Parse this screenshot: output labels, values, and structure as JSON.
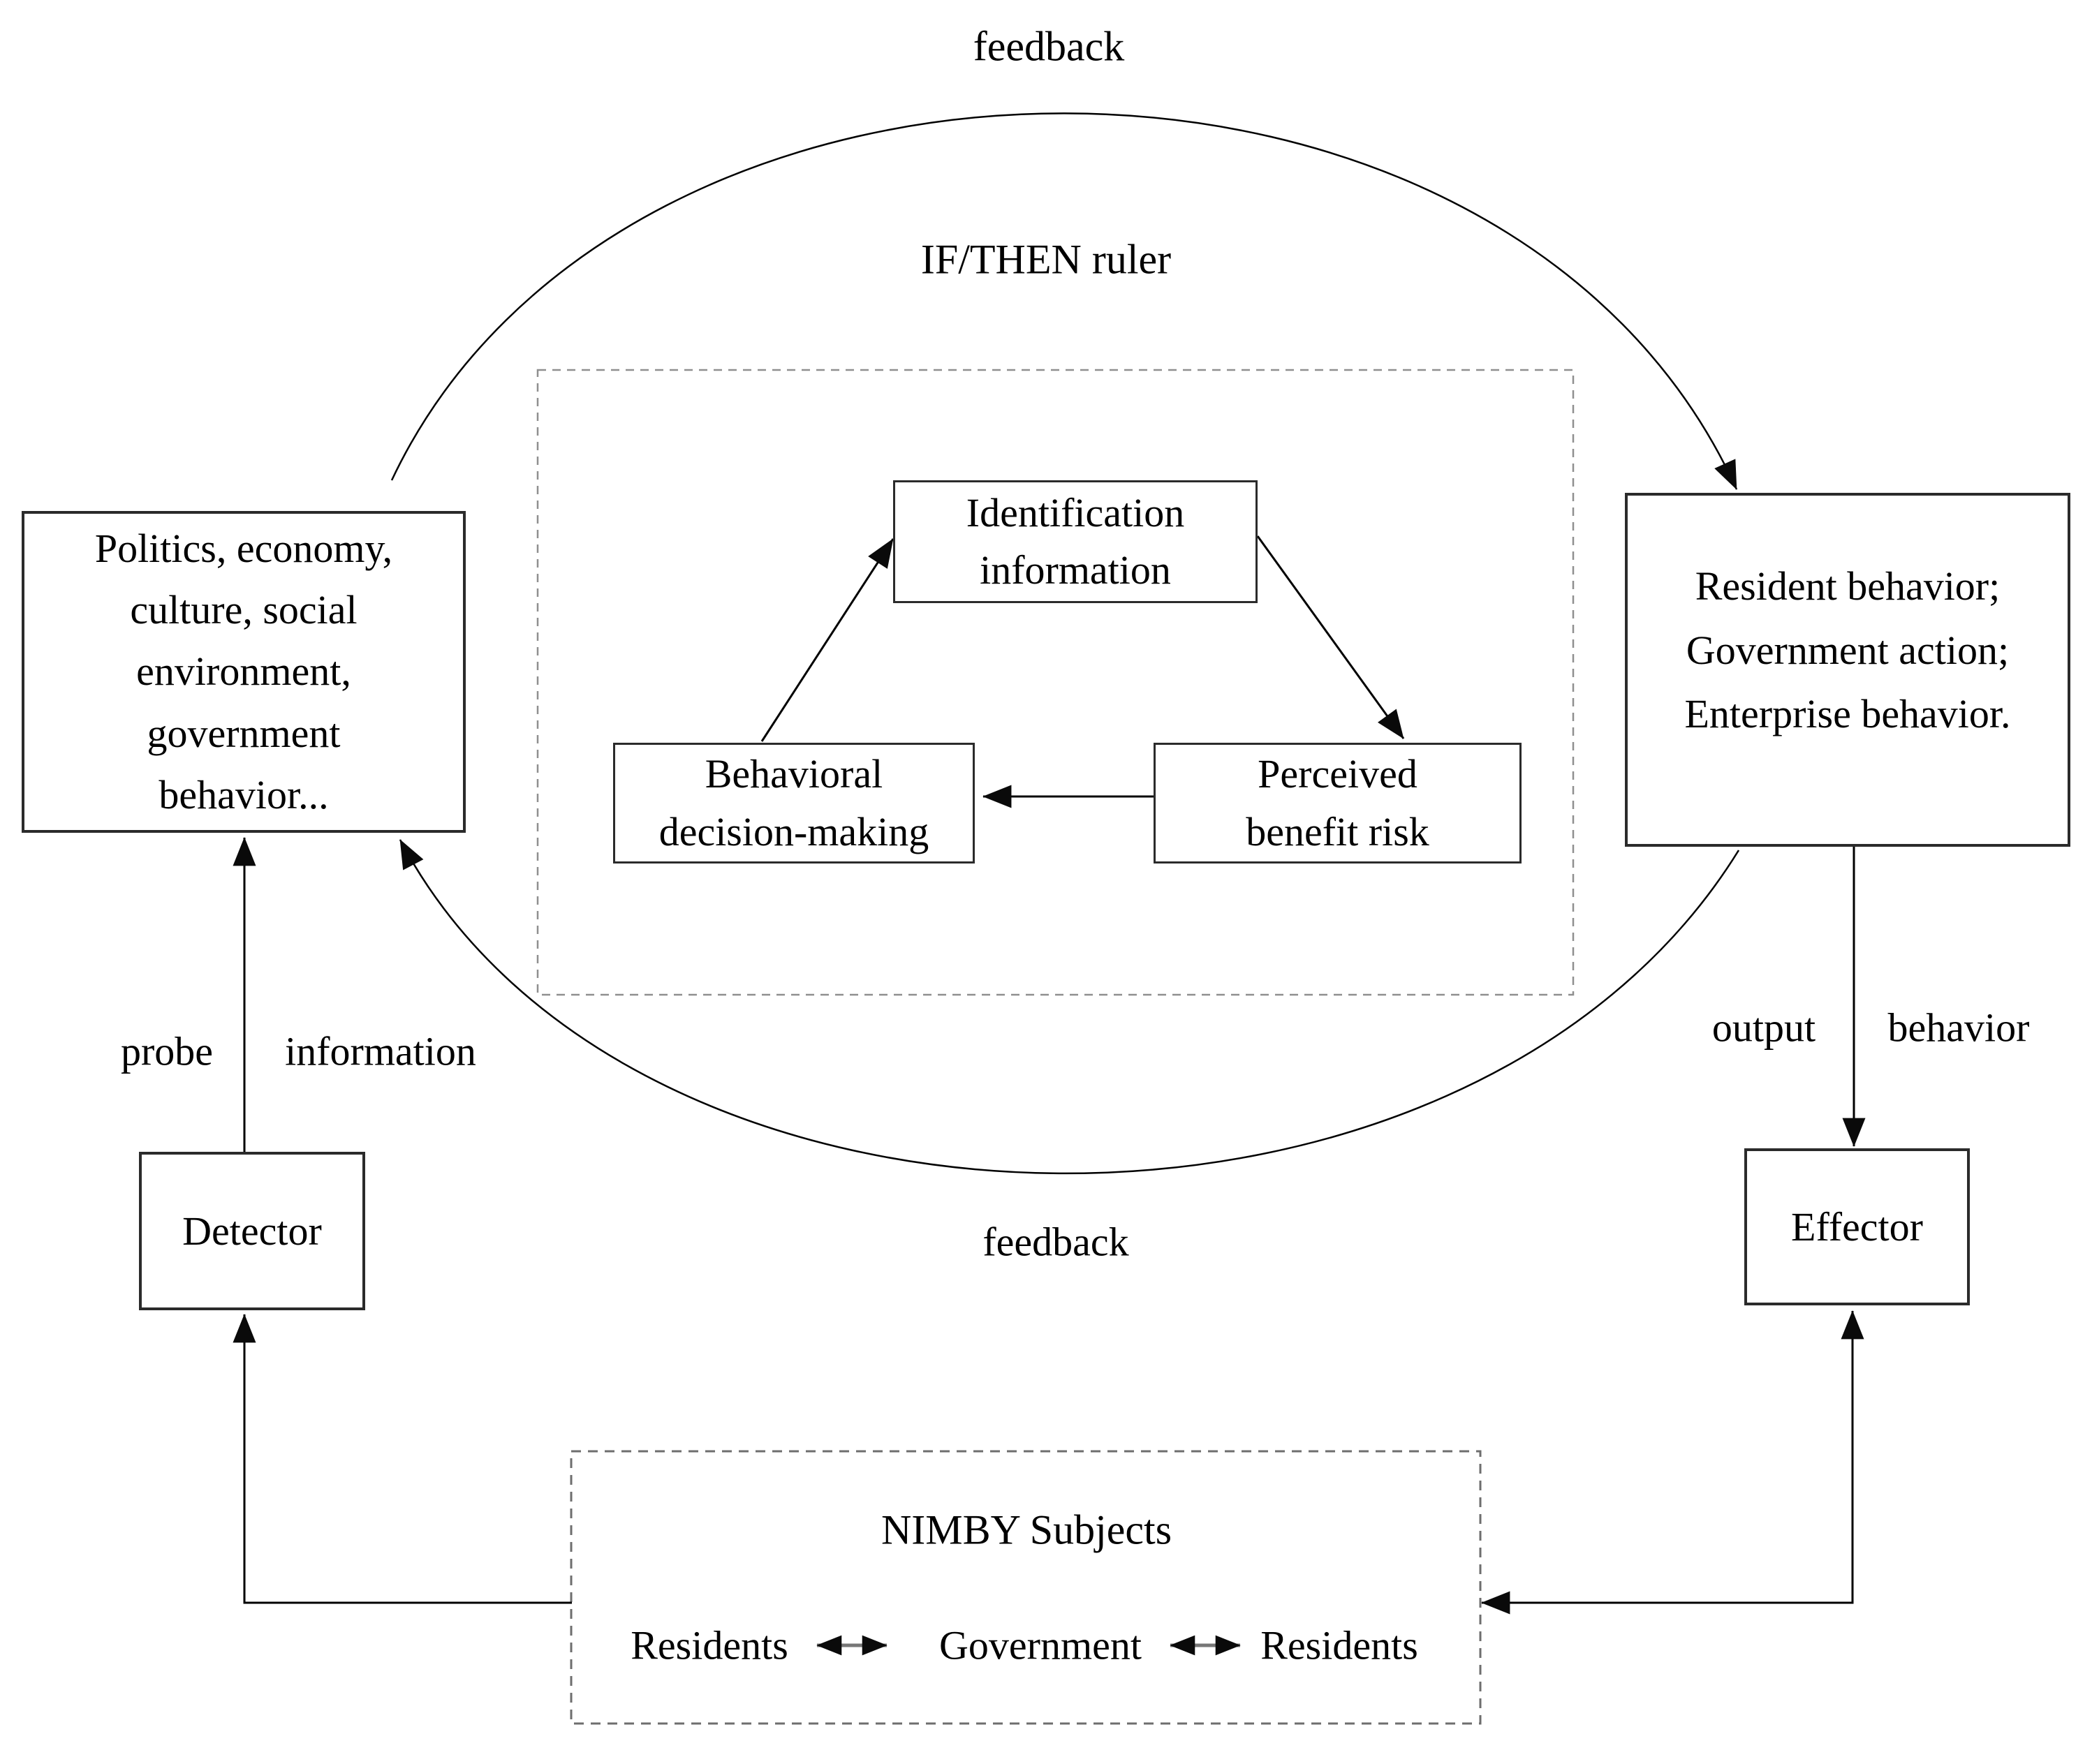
{
  "top": {
    "feedback": "feedback",
    "rule": "IF/THEN ruler"
  },
  "boxes": {
    "environment": "Politics, economy,\nculture, social\nenvironment,\ngovernment\nbehavior...",
    "identification": "Identification\ninformation",
    "behavioral_decision": "Behavioral\ndecision-making",
    "perceived_benefit": "Perceived\nbenefit risk",
    "behavior_output": "Resident behavior;\nGovernment action;\nEnterprise behavior.",
    "detector": "Detector",
    "effector": "Effector"
  },
  "edge_labels": {
    "probe": "probe",
    "information": "information",
    "output": "output",
    "behavior": "behavior",
    "feedback_bottom": "feedback"
  },
  "nimby": {
    "title": "NIMBY Subjects",
    "members": [
      "Residents",
      "Government",
      "Residents"
    ]
  },
  "colors": {
    "line": "#000000",
    "arrowhead": "#0a0a0a",
    "solid_border": "#2b2b2b",
    "rule_boundary_dash": "#8f8f8f",
    "nimby_boundary_dash": "#6e6e6e",
    "double_arrow_shaft": "#777777",
    "background": "#ffffff",
    "text": "#000000"
  }
}
